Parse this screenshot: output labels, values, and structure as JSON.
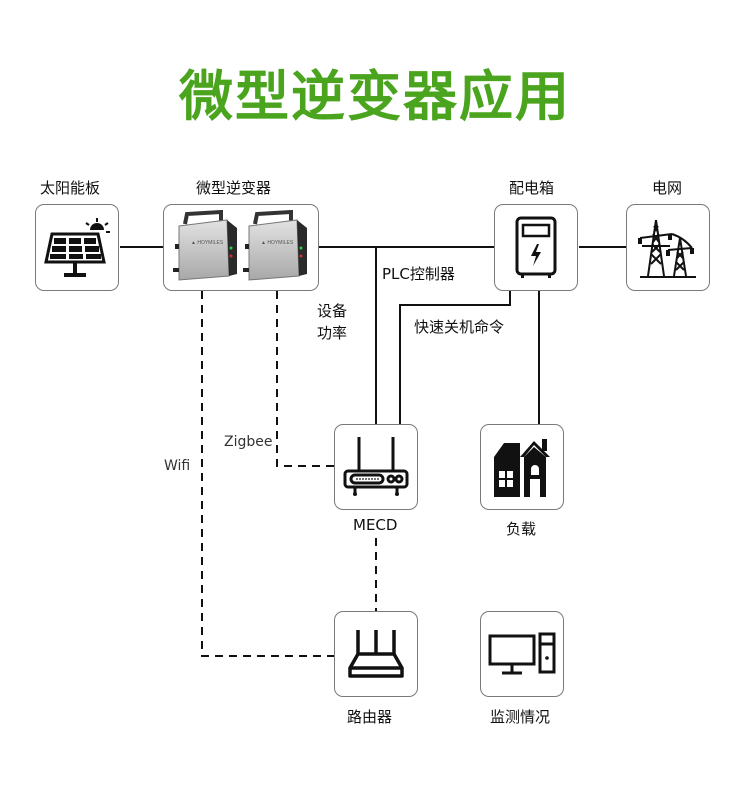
{
  "title": "微型逆变器应用",
  "accent_color": "#4aa41e",
  "nodes": {
    "solar_panel": {
      "label": "太阳能板",
      "icon": "solar-panel-icon"
    },
    "micro_inverter": {
      "label": "微型逆变器",
      "icon": "micro-inverter-icon"
    },
    "distribution_box": {
      "label": "配电箱",
      "icon": "distribution-box-icon"
    },
    "grid": {
      "label": "电网",
      "icon": "power-tower-icon"
    },
    "mecd": {
      "label": "MECD",
      "icon": "gateway-router-icon"
    },
    "load": {
      "label": "负载",
      "icon": "house-icon"
    },
    "router": {
      "label": "路由器",
      "icon": "wifi-router-icon"
    },
    "monitor": {
      "label": "监测情况",
      "icon": "desktop-computer-icon"
    }
  },
  "connections": {
    "plc": "PLC控制器",
    "device_power_line1": "设备",
    "device_power_line2": "功率",
    "shutdown": "快速关机命令",
    "zigbee": "Zigbee",
    "wifi": "Wifi"
  }
}
